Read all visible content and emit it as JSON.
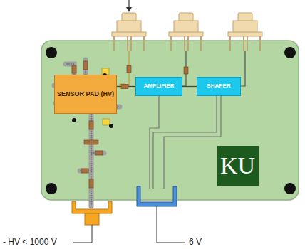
{
  "diagram": {
    "nodes": [
      {
        "text": [
          "SENSOR PAD (HV)"
        ]
      },
      {
        "text": [
          "AMPLIFIER"
        ]
      },
      {
        "text": [
          "SHAPER"
        ]
      },
      {
        "text": [
          "KU"
        ]
      }
    ],
    "edges": [
      {
        "from": 0,
        "to": 1,
        "arrow": "none"
      },
      {
        "from": 1,
        "to": 2,
        "arrow": "none"
      }
    ],
    "labels": [
      "- HV < 1000 V",
      "6 V"
    ]
  }
}
